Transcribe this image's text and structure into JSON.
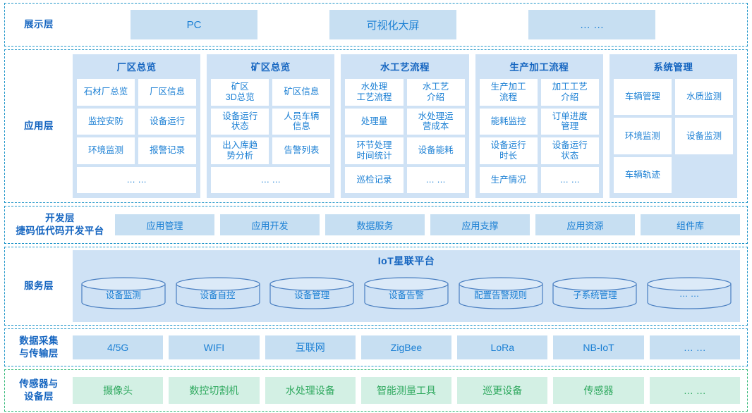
{
  "presentation": {
    "label": "展示层",
    "items": [
      {
        "label": "PC"
      },
      {
        "label": "可视化大屏"
      },
      {
        "label": "… …"
      }
    ]
  },
  "application": {
    "label": "应用层",
    "groups": [
      {
        "title": "厂区总览",
        "rows": [
          [
            "石材厂总览",
            "厂区信息"
          ],
          [
            "监控安防",
            "设备运行"
          ],
          [
            "环境监测",
            "报警记录"
          ],
          [
            "… …"
          ]
        ]
      },
      {
        "title": "矿区总览",
        "rows": [
          [
            "矿区\n3D总览",
            "矿区信息"
          ],
          [
            "设备运行\n状态",
            "人员车辆\n信息"
          ],
          [
            "出入库趋\n势分析",
            "告警列表"
          ],
          [
            "… …"
          ]
        ]
      },
      {
        "title": "水工艺流程",
        "rows": [
          [
            "水处理\n工艺流程",
            "水工艺\n介绍"
          ],
          [
            "处理量",
            "水处理运\n营成本"
          ],
          [
            "环节处理\n时间统计",
            "设备能耗"
          ],
          [
            "巡检记录",
            "… …"
          ]
        ]
      },
      {
        "title": "生产加工流程",
        "rows": [
          [
            "生产加工\n流程",
            "加工工艺\n介绍"
          ],
          [
            "能耗监控",
            "订单进度\n管理"
          ],
          [
            "设备运行\n时长",
            "设备运行\n状态"
          ],
          [
            "生产情况",
            "… …"
          ]
        ]
      },
      {
        "title": "系统管理",
        "rows": [
          [
            "车辆管理",
            "水质监测"
          ],
          [
            "环境监测",
            "设备监测"
          ],
          [
            "车辆轨迹",
            ""
          ]
        ]
      }
    ]
  },
  "development": {
    "label": "开发层\n捷码低代码开发平台",
    "items": [
      {
        "label": "应用管理"
      },
      {
        "label": "应用开发"
      },
      {
        "label": "数据服务"
      },
      {
        "label": "应用支撑"
      },
      {
        "label": "应用资源"
      },
      {
        "label": "组件库"
      }
    ]
  },
  "service": {
    "label": "服务层",
    "panel_title": "IoT星联平台",
    "items": [
      {
        "label": "设备监测"
      },
      {
        "label": "设备自控"
      },
      {
        "label": "设备管理"
      },
      {
        "label": "设备告警"
      },
      {
        "label": "配置告警规则"
      },
      {
        "label": "子系统管理"
      },
      {
        "label": "… …"
      }
    ]
  },
  "data_transport": {
    "label": "数据采集\n与传输层",
    "items": [
      {
        "label": "4/5G"
      },
      {
        "label": "WIFI"
      },
      {
        "label": "互联网"
      },
      {
        "label": "ZigBee"
      },
      {
        "label": "LoRa"
      },
      {
        "label": "NB-IoT"
      },
      {
        "label": "… …"
      }
    ]
  },
  "sensor": {
    "label": "传感器与\n设备层",
    "items": [
      {
        "label": "摄像头"
      },
      {
        "label": "数控切割机"
      },
      {
        "label": "水处理设备"
      },
      {
        "label": "智能测量工具"
      },
      {
        "label": "巡更设备"
      },
      {
        "label": "传感器"
      },
      {
        "label": "… …"
      }
    ]
  },
  "colors": {
    "primary_blue": "#1a7fd4",
    "label_blue": "#1565c0",
    "box_blue": "#c7dff2",
    "group_blue": "#cfe2f5",
    "border_blue": "#2196c9",
    "green_text": "#2fa95f",
    "green_box": "#d3f0e4",
    "green_border": "#35b97a"
  }
}
